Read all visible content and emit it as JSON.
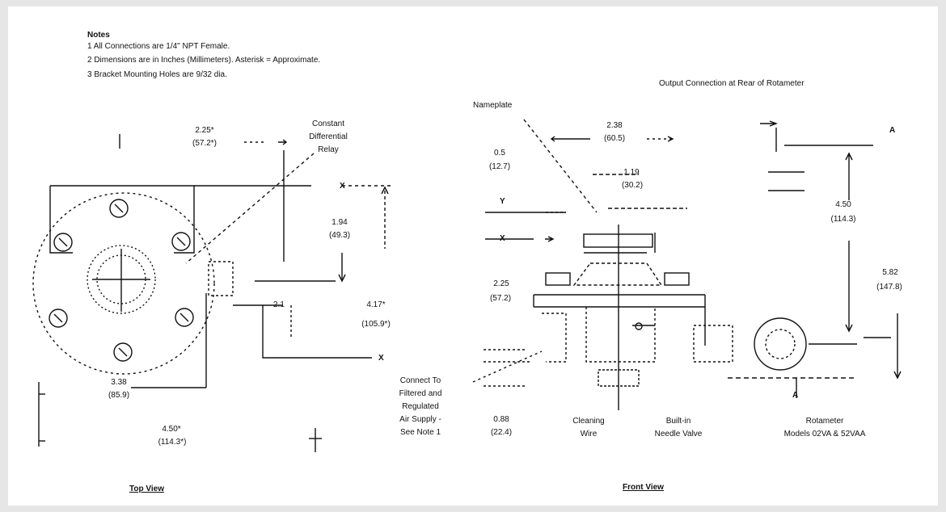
{
  "notes": {
    "title": "Notes",
    "items": [
      "1  All Connections are 1/4\" NPT Female.",
      "2  Dimensions are in Inches (Millimeters).  Asterisk = Approximate.",
      "3  Bracket Mounting Holes are 9/32 dia."
    ]
  },
  "top_view": {
    "caption": "Top View",
    "dim_257_in": "2.25*",
    "dim_257_mm": "(57.2*)",
    "constant_label": [
      "Constant",
      "Differential",
      "Relay"
    ],
    "dim_194_in": "1.94",
    "dim_194_mm": "(49.3)",
    "dim_417_in": "4.17*",
    "dim_417_mm": "(105.9*)",
    "dim_338_in": "3.38",
    "dim_338_mm": "(85.9)",
    "dim_450_in": "4.50*",
    "dim_450_mm": "(114.3*)",
    "dim_small": "2.1",
    "letter_x1": "X",
    "letter_x2": "X"
  },
  "front_view": {
    "caption": "Front View",
    "output_label": "Output Connection at Rear of Rotameter",
    "nameplate": "Nameplate",
    "dim_238_in": "2.38",
    "dim_238_mm": "(60.5)",
    "dim_05_in": "0.5",
    "dim_05_mm": "(12.7)",
    "dim_119_in": "1.19",
    "dim_119_mm": "(30.2)",
    "dim_450_in": "4.50",
    "dim_450_mm": "(114.3)",
    "dim_225_in": "2.25",
    "dim_225_mm": "(57.2)",
    "dim_582_in": "5.82",
    "dim_582_mm": "(147.8)",
    "dim_088_in": "0.88",
    "dim_088_mm": "(22.4)",
    "connect_label": [
      "Connect To",
      "Filtered and",
      "Regulated",
      "Air Supply -",
      "See Note 1"
    ],
    "cleaning_label": [
      "Cleaning",
      "Wire"
    ],
    "builtin_label": [
      "Built-in",
      "Needle Valve"
    ],
    "rotameter_label": [
      "Rotameter",
      "Models 02VA & 52VAA"
    ],
    "letter_a": "A",
    "letter_x": "X",
    "letter_y": "Y"
  }
}
